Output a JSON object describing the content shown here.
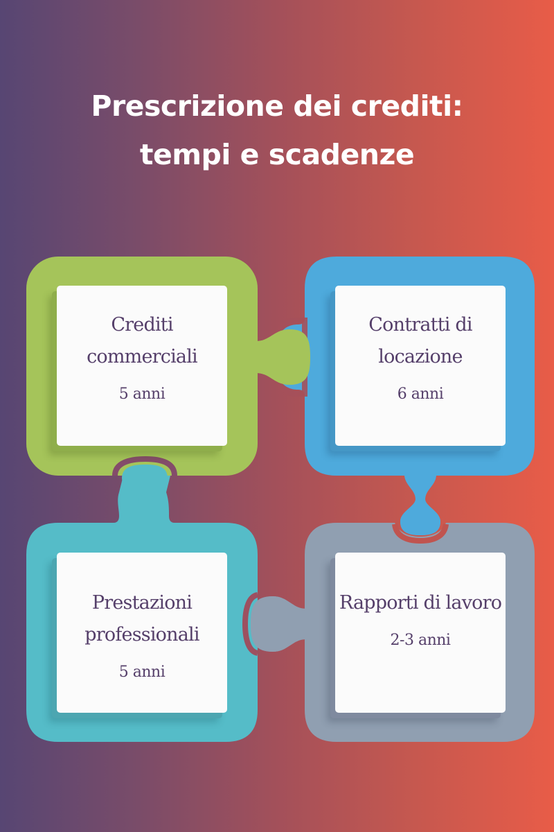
{
  "title": {
    "line1": "Prescrizione dei crediti:",
    "line2": "tempi e scadenze"
  },
  "colors": {
    "background_left": "#574673",
    "background_right": "#e85c48",
    "piece_green": "#a5c45a",
    "piece_blue": "#4eaadc",
    "piece_teal": "#55bcc8",
    "piece_gray": "#909fb1",
    "card_bg": "#fbfbfb",
    "card_text": "#553f6a",
    "title_text": "#ffffff"
  },
  "pieces": [
    {
      "position": "top-left",
      "color": "green",
      "title": "Crediti commerciali",
      "value": "5 anni"
    },
    {
      "position": "top-right",
      "color": "blue",
      "title": "Contratti di locazione",
      "value": "6 anni"
    },
    {
      "position": "bottom-left",
      "color": "teal",
      "title": "Prestazioni professionali",
      "value": "5 anni"
    },
    {
      "position": "bottom-right",
      "color": "gray",
      "title": "Rapporti di lavoro",
      "value": "2-3 anni"
    }
  ]
}
